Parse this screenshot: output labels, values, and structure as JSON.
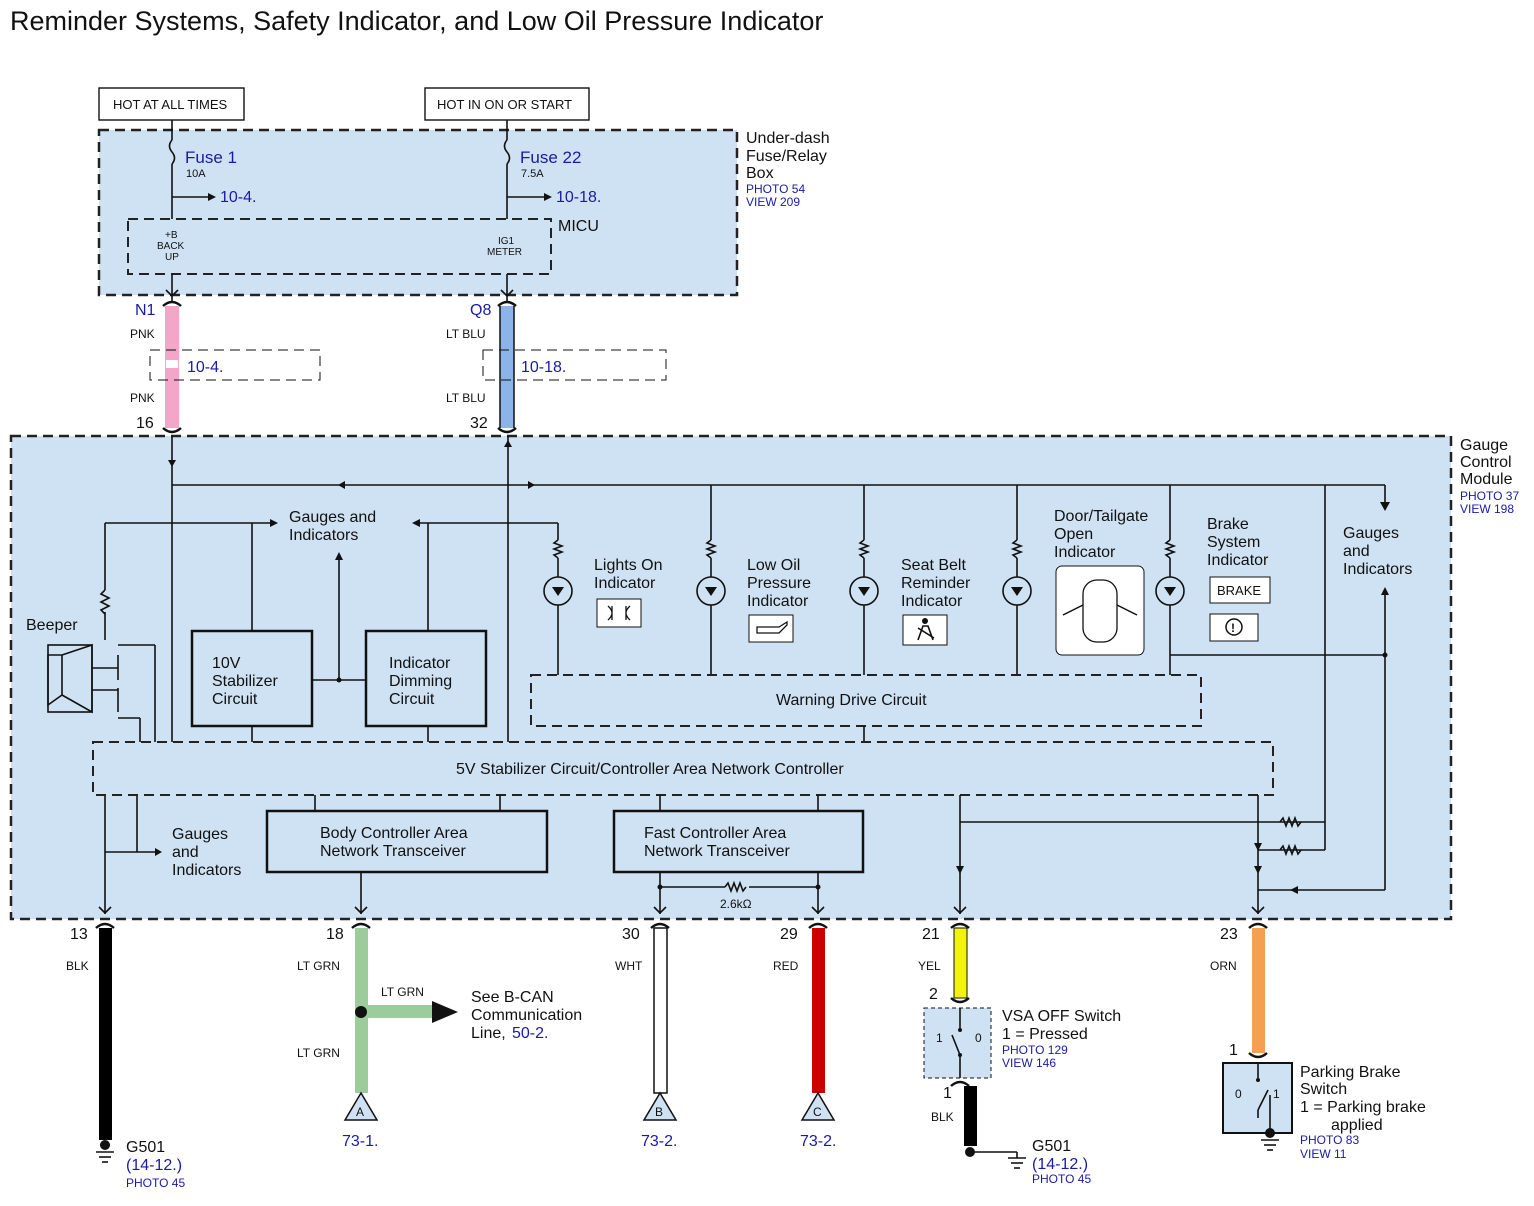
{
  "title": "Reminder Systems, Safety Indicator, and Low Oil Pressure Indicator",
  "power": {
    "hot_always": "HOT AT ALL TIMES",
    "hot_on_start": "HOT IN ON OR START"
  },
  "fuse_box": {
    "name_line1": "Under-dash",
    "name_line2": "Fuse/Relay",
    "name_line3": "Box",
    "photo": "PHOTO 54",
    "view": "VIEW 209",
    "fuse1_label": "Fuse 1",
    "fuse1_rating": "10A",
    "fuse1_ref": "10-4.",
    "fuse22_label": "Fuse 22",
    "fuse22_rating": "7.5A",
    "fuse22_ref": "10-18.",
    "micu": "MICU",
    "micu_left_1": "+B",
    "micu_left_2": "BACK",
    "micu_left_3": "UP",
    "micu_right_1": "IG1",
    "micu_right_2": "METER"
  },
  "upper_wires": {
    "left_connector": "N1",
    "left_color": "PNK",
    "left_ref": "10-4.",
    "left_pin": "16",
    "right_connector": "Q8",
    "right_color": "LT BLU",
    "right_ref": "10-18.",
    "right_pin": "32"
  },
  "gauge_module": {
    "name_line1": "Gauge",
    "name_line2": "Control",
    "name_line3": "Module",
    "photo": "PHOTO 37",
    "view": "VIEW 198",
    "gauges_top_1": "Gauges and",
    "gauges_top_2": "Indicators",
    "gauges_right_1": "Gauges",
    "gauges_right_2": "and",
    "gauges_right_3": "Indicators",
    "gauges_left_1": "Gauges",
    "gauges_left_2": "and",
    "gauges_left_3": "Indicators",
    "beeper": "Beeper",
    "stab10_1": "10V",
    "stab10_2": "Stabilizer",
    "stab10_3": "Circuit",
    "dim_1": "Indicator",
    "dim_2": "Dimming",
    "dim_3": "Circuit",
    "warning_drive": "Warning Drive Circuit",
    "can_controller": "5V Stabilizer Circuit/Controller Area Network Controller",
    "body_can_1": "Body Controller Area",
    "body_can_2": "Network Transceiver",
    "fast_can_1": "Fast Controller Area",
    "fast_can_2": "Network Transceiver",
    "resistor": "2.6kΩ",
    "lights_on_1": "Lights On",
    "lights_on_2": "Indicator",
    "oil_1": "Low Oil",
    "oil_2": "Pressure",
    "oil_3": "Indicator",
    "seat_1": "Seat Belt",
    "seat_2": "Reminder",
    "seat_3": "Indicator",
    "door_1": "Door/Tailgate",
    "door_2": "Open",
    "door_3": "Indicator",
    "brake_1": "Brake",
    "brake_2": "System",
    "brake_3": "Indicator",
    "brake_badge": "BRAKE"
  },
  "bottom": {
    "pin13": "13",
    "pin13_color": "BLK",
    "pin18": "18",
    "pin18_color_a": "LT GRN",
    "pin18_color_b": "LT GRN",
    "pin18_color_c": "LT GRN",
    "bcan_1": "See B-CAN",
    "bcan_2": "Communication",
    "bcan_3": "Line,",
    "bcan_ref": "50-2.",
    "pin30": "30",
    "pin30_color": "WHT",
    "pin29": "29",
    "pin29_color": "RED",
    "pin21": "21",
    "pin21_color": "YEL",
    "pin23": "23",
    "pin23_color": "ORN",
    "term_a": "A",
    "term_a_ref": "73-1.",
    "term_b": "B",
    "term_b_ref": "73-2.",
    "term_c": "C",
    "term_c_ref": "73-2.",
    "g501_left": "G501",
    "g501_left_ref": "(14-12.)",
    "g501_left_photo": "PHOTO 45",
    "vsa_pin_top": "2",
    "vsa_1": "VSA OFF Switch",
    "vsa_2": "1 = Pressed",
    "vsa_photo": "PHOTO 129",
    "vsa_view": "VIEW 146",
    "vsa_pin_bottom": "1",
    "vsa_pos_1": "1",
    "vsa_pos_0": "0",
    "vsa_gnd_color": "BLK",
    "g501_right": "G501",
    "g501_right_ref": "(14-12.)",
    "g501_right_photo": "PHOTO 45",
    "pb_pin": "1",
    "pb_1": "Parking Brake",
    "pb_2": "Switch",
    "pb_3": "1 = Parking brake",
    "pb_4": "applied",
    "pb_pos_0": "0",
    "pb_pos_1": "1",
    "pb_photo": "PHOTO 83",
    "pb_view": "VIEW 11"
  },
  "colors": {
    "module_fill": "#cfe2f3",
    "wire_pnk": "#f4a6c8",
    "wire_ltblu": "#8db4e8",
    "wire_ltgrn": "#9ccc9c",
    "wire_yel": "#f2f20a",
    "wire_red": "#cc0000",
    "wire_orn": "#f5a050",
    "wire_blk": "#000000",
    "ref_blue": "#1a1aa8"
  }
}
